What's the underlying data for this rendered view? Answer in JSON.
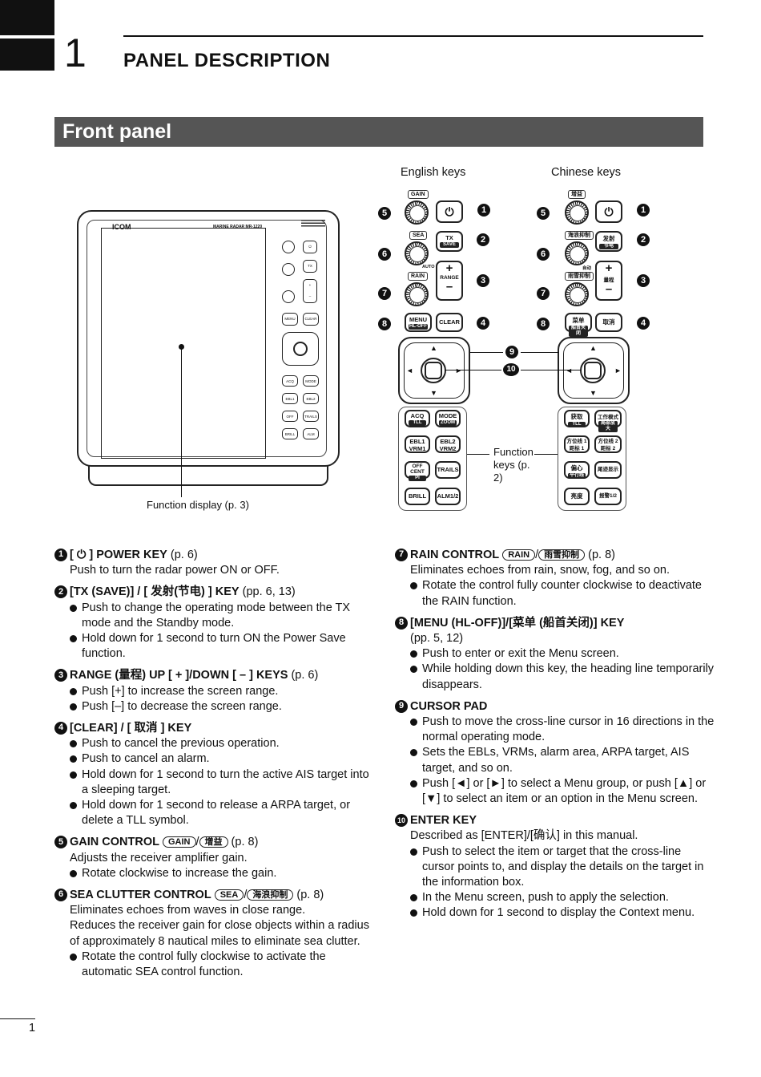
{
  "header": {
    "chapter_number": "1",
    "chapter_title": "PANEL DESCRIPTION"
  },
  "section": {
    "title": "Front panel"
  },
  "figure": {
    "english_keys_label": "English keys",
    "chinese_keys_label": "Chinese keys",
    "function_display_label": "Function display (p. 3)",
    "function_keys_label": "Function keys (p. 2)",
    "radar": {
      "brand": "ICOM",
      "model": "MARINE RADAR MR-1220"
    },
    "english": {
      "gain": "GAIN",
      "sea": "SEA",
      "rain": "RAIN",
      "auto": "AUTO",
      "tx": "TX",
      "save": "SAVE",
      "range": "RANGE",
      "menu": "MENU",
      "hl_off": "HL-OFF",
      "clear": "CLEAR",
      "acq": "ACQ",
      "tll": "TLL",
      "mode": "MODE",
      "zoom": "ZOOM",
      "ebl1": "EBL1",
      "vrm1": "VRM1",
      "ebl2": "EBL2",
      "vrm2": "VRM2",
      "off_cent": "OFF CENT",
      "pi": "PI",
      "trails": "TRAILS",
      "brill": "BRILL",
      "alm": "ALM1/2"
    },
    "chinese": {
      "gain": "增益",
      "sea": "海浪抑制",
      "rain": "雨雪抑制",
      "auto": "自动",
      "tx": "发射",
      "save": "节电",
      "range": "量程",
      "menu": "菜单",
      "hl_off": "船首关闭",
      "clear": "取消",
      "acq": "获取",
      "tll": "TLL",
      "mode": "工作模式",
      "zoom": "局部放大",
      "ebl1": "方位线 1",
      "vrm1": "距标 1",
      "ebl2": "方位线 2",
      "vrm2": "距标 2",
      "off_cent": "偏心",
      "pi": "平行线",
      "trails": "尾迹显示",
      "brill": "亮度",
      "alm": "报警1/2"
    },
    "callouts": {
      "c1": "❶",
      "c2": "❷",
      "c3": "❸",
      "c4": "❹",
      "c5": "❺",
      "c6": "❻",
      "c7": "❼",
      "c8": "❽",
      "c9": "❾",
      "c10": "❿"
    }
  },
  "items_left": {
    "i1": {
      "marker": "1",
      "pre": "[ ",
      "icon": "⏻",
      "head": " ] POWER KEY",
      "ref": " (p. 6)",
      "desc": [
        "Push to turn the radar power ON or OFF."
      ],
      "bullets": []
    },
    "i2": {
      "marker": "2",
      "head": "[TX (SAVE)] / [ 发射(节电) ] KEY",
      "ref": " (pp. 6, 13)",
      "desc": [],
      "bullets": [
        "Push to change the operating mode between the TX mode and the Standby mode.",
        "Hold down for 1 second to turn ON the Power Save function."
      ]
    },
    "i3": {
      "marker": "3",
      "head": "RANGE (量程) UP [ + ]/DOWN [ – ] KEYS",
      "ref": " (p. 6)",
      "desc": [],
      "bullets": [
        "Push [+] to increase the screen range.",
        "Push [–] to decrease the screen range."
      ]
    },
    "i4": {
      "marker": "4",
      "head": "[CLEAR] / [ 取消 ] KEY",
      "ref": "",
      "desc": [],
      "bullets": [
        "Push to cancel the previous operation.",
        "Push to cancel an alarm.",
        "Hold down for 1 second to turn the active AIS target into a sleeping target.",
        "Hold down for 1 second to release a ARPA target, or delete a TLL symbol."
      ]
    },
    "i5": {
      "marker": "5",
      "head": "GAIN CONTROL",
      "pill": "GAIN",
      "slash": "/",
      "alt": "增益",
      "ref": " (p. 8)",
      "desc": [
        "Adjusts the receiver amplifier gain."
      ],
      "bullets": [
        "Rotate clockwise to increase the gain."
      ]
    },
    "i6": {
      "marker": "6",
      "head": "SEA CLUTTER CONTROL",
      "pill": "SEA",
      "slash": "/",
      "alt": "海浪抑制",
      "ref": " (p. 8)",
      "desc": [
        "Eliminates echoes from waves in close range.",
        "Reduces the receiver gain for close objects within a radius of approximately 8 nautical miles to eliminate sea clutter."
      ],
      "bullets": [
        "Rotate the control fully clockwise to activate the automatic SEA control function."
      ]
    }
  },
  "items_right": {
    "i7": {
      "marker": "7",
      "head": "RAIN CONTROL",
      "pill": "RAIN",
      "slash": "/",
      "alt": "雨雪抑制",
      "ref": " (p. 8)",
      "desc": [
        "Eliminates echoes from rain, snow, fog, and so on."
      ],
      "bullets": [
        "Rotate the control fully counter clockwise to deactivate the RAIN function."
      ]
    },
    "i8": {
      "marker": "8",
      "head": "[MENU (HL-OFF)]/[菜单 (船首关闭)] KEY",
      "ref": "",
      "desc": [
        "(pp. 5, 12)"
      ],
      "bullets": [
        "Push to enter or exit the Menu screen.",
        "While holding down this key, the heading line temporarily disappears."
      ]
    },
    "i9": {
      "marker": "9",
      "head": "CURSOR PAD",
      "ref": "",
      "desc": [],
      "bullets": [
        "Push to move the cross-line cursor in 16 directions in the normal operating mode.",
        "Sets the EBLs, VRMs, alarm area, ARPA target, AIS target, and so on.",
        "Push [◄] or [►] to select a Menu group, or push [▲] or [▼] to select an item or an option in the Menu screen."
      ]
    },
    "i10": {
      "marker": "10",
      "head": "ENTER KEY",
      "ref": "",
      "desc": [
        "Described as [ENTER]/[确认] in this manual."
      ],
      "bullets": [
        "Push to select the item or target that the cross-line cursor points to, and display the details on the target in the information box.",
        "In the Menu screen, push to apply the selection.",
        "Hold down for 1 second to display the Context menu."
      ]
    }
  },
  "footer": {
    "page_number": "1"
  }
}
